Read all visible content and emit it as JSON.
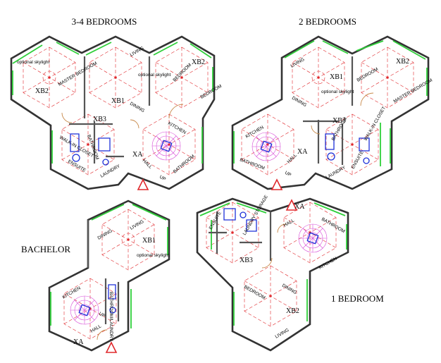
{
  "headings": {
    "top_left": "3-4 BEDROOMS",
    "top_right": "2 BEDROOMS",
    "bachelor": "BACHELOR",
    "one_bedroom": "1 BEDROOM"
  },
  "codes": {
    "xa": "XA",
    "xb1": "XB1",
    "xb2": "XB2",
    "xb3": "XB3"
  },
  "rooms": {
    "master_bedroom": "MASTER BEDROOM",
    "bedroom": "BEDROOM",
    "living": "LIVING",
    "dining": "DINING",
    "kitchen": "KITCHEN",
    "bathroom": "BATHROOM",
    "ensuite": "ENSUITE",
    "walk_in_closet": "WALK-IN CLOSET",
    "laundry": "LAUNDRY",
    "laundry_storage": "LAUNDRY STORAGE",
    "bathroom_laundry": "BATHROOM/LAUNDRY",
    "hall": "HALL",
    "up": "UP",
    "optional_skylight": "optional skylight"
  },
  "colors": {
    "wall": "#333333",
    "window": "#2fcf3a",
    "grid": "#e0282c",
    "stair": "#d84fd8",
    "fixture": "#1c2fd8",
    "door": "#c7894a"
  }
}
